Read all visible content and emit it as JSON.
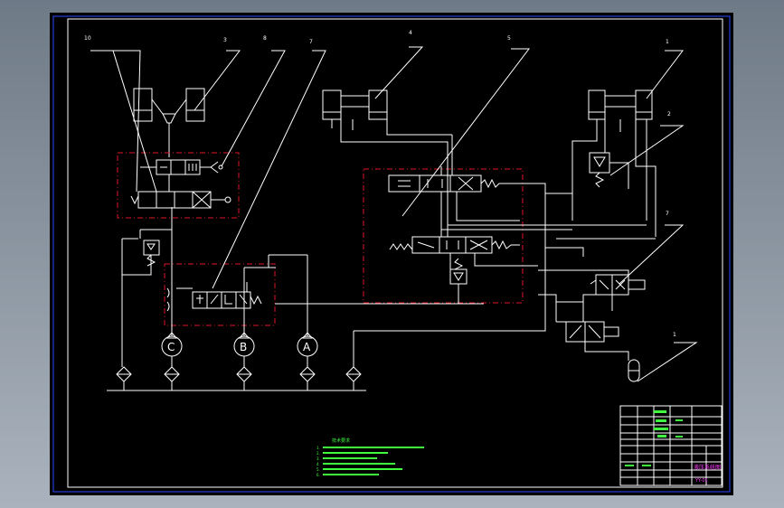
{
  "diagram": {
    "callouts": [
      "10",
      "3",
      "8",
      "7",
      "4",
      "5",
      "1",
      "2",
      "7",
      "1"
    ],
    "pumps": [
      "C",
      "B",
      "A"
    ],
    "notes": {
      "heading": "技术要求",
      "lines": [
        "1.",
        "2.",
        "3.",
        "4.",
        "5.",
        "6."
      ]
    },
    "title_block": {
      "drawing_name": "液压系统图",
      "code": "YY-01"
    }
  },
  "colors": {
    "background": "#000000",
    "border": "#2b4bff",
    "lines": "#ffffff",
    "control_boxes": "#e0162b",
    "notes_text": "#3fff3f",
    "title_text": "#ff3fff"
  }
}
